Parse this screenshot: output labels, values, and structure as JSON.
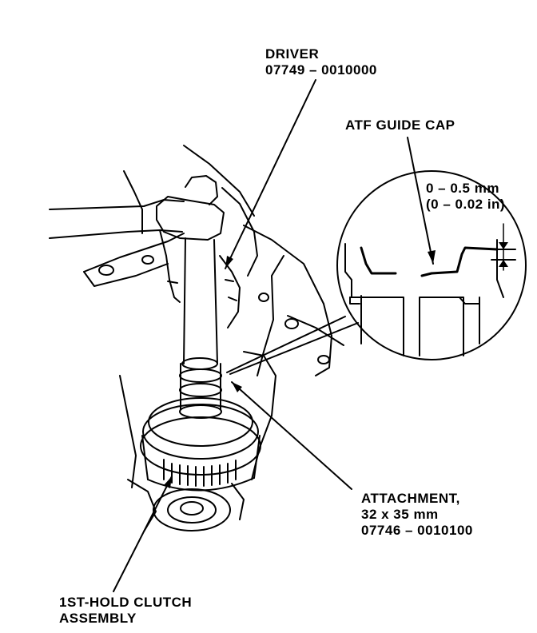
{
  "labels": {
    "driver": {
      "name": "DRIVER",
      "part": "07749 – 0010000"
    },
    "guide_cap": {
      "name": "ATF GUIDE CAP"
    },
    "clearance": {
      "metric": "0 – 0.5 mm",
      "imperial": "(0 – 0.02 in)"
    },
    "attachment": {
      "name": "ATTACHMENT,",
      "size": "32 x 35 mm",
      "part": "07746 – 0010100"
    },
    "clutch": {
      "line1": "1ST-HOLD CLUTCH",
      "line2": "ASSEMBLY"
    }
  },
  "colors": {
    "ink": "#000000",
    "paper": "#ffffff"
  }
}
